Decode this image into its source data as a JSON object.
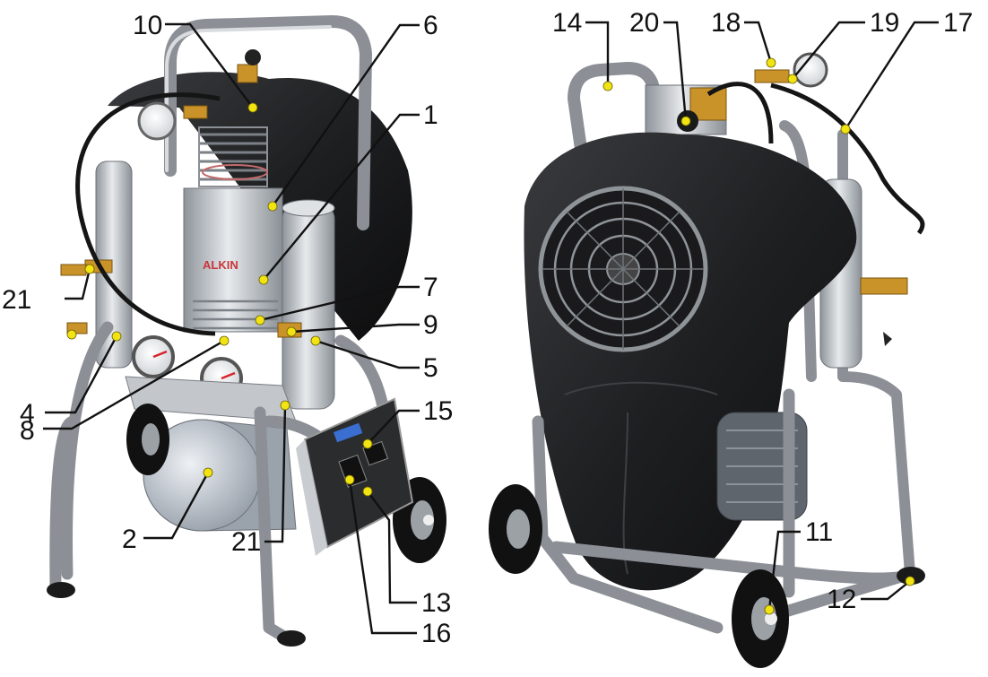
{
  "labels": {
    "l1": "1",
    "l2": "2",
    "l4": "4",
    "l5": "5",
    "l6": "6",
    "l7": "7",
    "l8": "8",
    "l9": "9",
    "l10": "10",
    "l11": "11",
    "l12": "12",
    "l13": "13",
    "l14": "14",
    "l15": "15",
    "l16": "16",
    "l17": "17",
    "l18": "18",
    "l19": "19",
    "l20": "20",
    "l21a": "21",
    "l21b": "21"
  },
  "panel_text": {
    "brand": "ALKIN"
  },
  "colors": {
    "marker": "#f2e312",
    "body_black": "#1d1d1f",
    "frame_steel": "#a7abb0",
    "brass": "#c9932a",
    "gauge_needle": "#d8232a"
  }
}
